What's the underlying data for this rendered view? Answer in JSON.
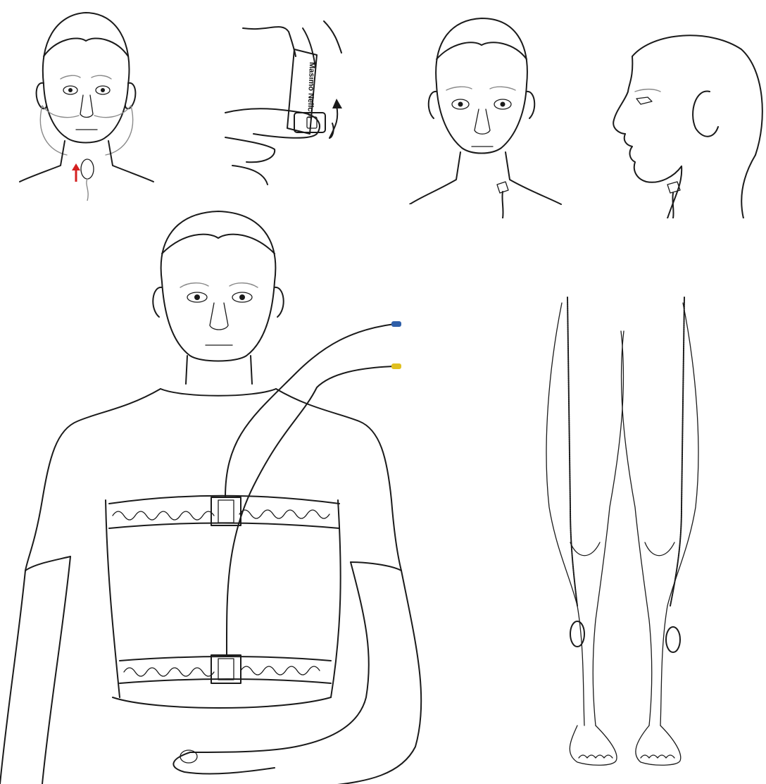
{
  "panels": [
    {
      "id": "nasal-cannula",
      "description_icon": "nasal-cannula-icon"
    },
    {
      "id": "finger-oximeter",
      "sensor_text": "Masimo Nellcor"
    },
    {
      "id": "throat-mic-front"
    },
    {
      "id": "throat-mic-side"
    },
    {
      "id": "effort-belts"
    },
    {
      "id": "leg-emg"
    }
  ],
  "colors": {
    "line": "#1a1a1a",
    "arrow_red": "#d42020",
    "connector_blue": "#2f5fa8",
    "connector_yellow": "#e0c020",
    "light_gray": "#8a8a8a"
  }
}
